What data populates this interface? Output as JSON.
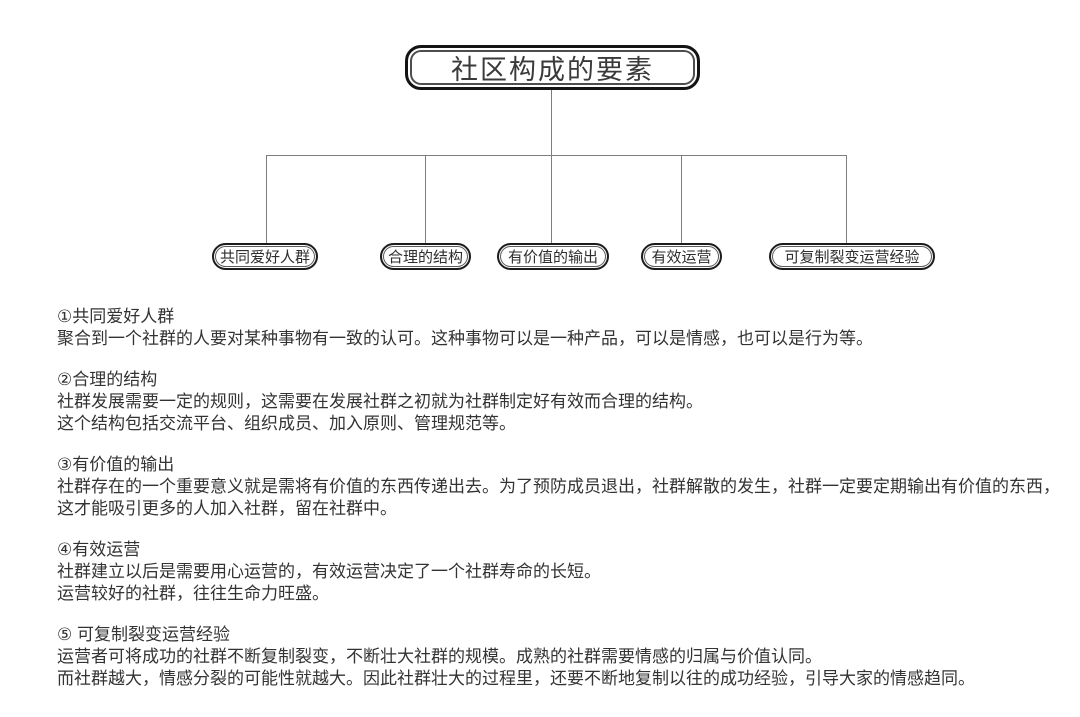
{
  "diagram": {
    "root": {
      "label": "社区构成的要素"
    },
    "nodes": [
      {
        "label": "共同爱好人群"
      },
      {
        "label": "合理的结构"
      },
      {
        "label": "有价值的输出"
      },
      {
        "label": "有效运营"
      },
      {
        "label": "可复制裂变运营经验"
      }
    ]
  },
  "sections": [
    {
      "heading": "①共同爱好人群",
      "lines": [
        "聚合到一个社群的人要对某种事物有一致的认可。这种事物可以是一种产品，可以是情感，也可以是行为等。"
      ]
    },
    {
      "heading": "②合理的结构",
      "lines": [
        "社群发展需要一定的规则，这需要在发展社群之初就为社群制定好有效而合理的结构。",
        "这个结构包括交流平台、组织成员、加入原则、管理规范等。"
      ]
    },
    {
      "heading": "③有价值的输出",
      "lines": [
        "社群存在的一个重要意义就是需将有价值的东西传递出去。为了预防成员退出，社群解散的发生，社群一定要定期输出有价值的东西，",
        "这才能吸引更多的人加入社群，留在社群中。"
      ]
    },
    {
      "heading": "④有效运营",
      "lines": [
        "社群建立以后是需要用心运营的，有效运营决定了一个社群寿命的长短。",
        "运营较好的社群，往往生命力旺盛。"
      ]
    },
    {
      "heading": "⑤ 可复制裂变运营经验",
      "lines": [
        "运营者可将成功的社群不断复制裂变，不断壮大社群的规模。成熟的社群需要情感的归属与价值认同。",
        "而社群越大，情感分裂的可能性就越大。因此社群壮大的过程里，还要不断地复制以往的成功经验，引导大家的情感趋同。"
      ]
    }
  ],
  "colors": {
    "background": "#ffffff",
    "node_border": "#1a1a1a",
    "connector_line": "#7d7d7d",
    "text": "#333333"
  }
}
